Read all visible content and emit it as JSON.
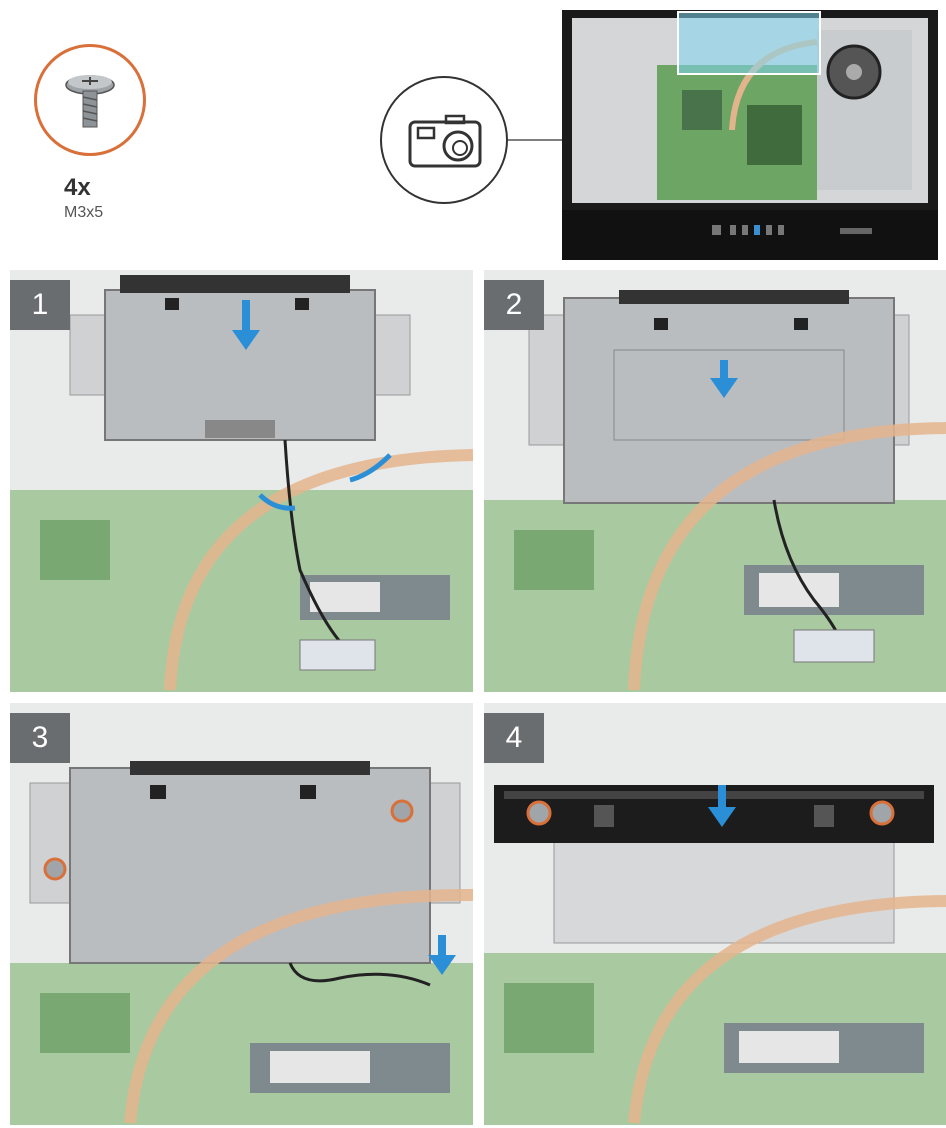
{
  "header": {
    "screw_quantity": "4x",
    "screw_spec": "M3x5",
    "screw_icon": "screw-icon",
    "camera_icon": "camera-icon"
  },
  "steps": [
    {
      "number": "1"
    },
    {
      "number": "2"
    },
    {
      "number": "3"
    },
    {
      "number": "4"
    }
  ],
  "colors": {
    "screw_ring": "#d9703a",
    "step_badge": "#6a6d70",
    "arrow": "#2a8fd6",
    "heat_pipe": "#e8b48a",
    "board_green": "#8fbf7a"
  }
}
